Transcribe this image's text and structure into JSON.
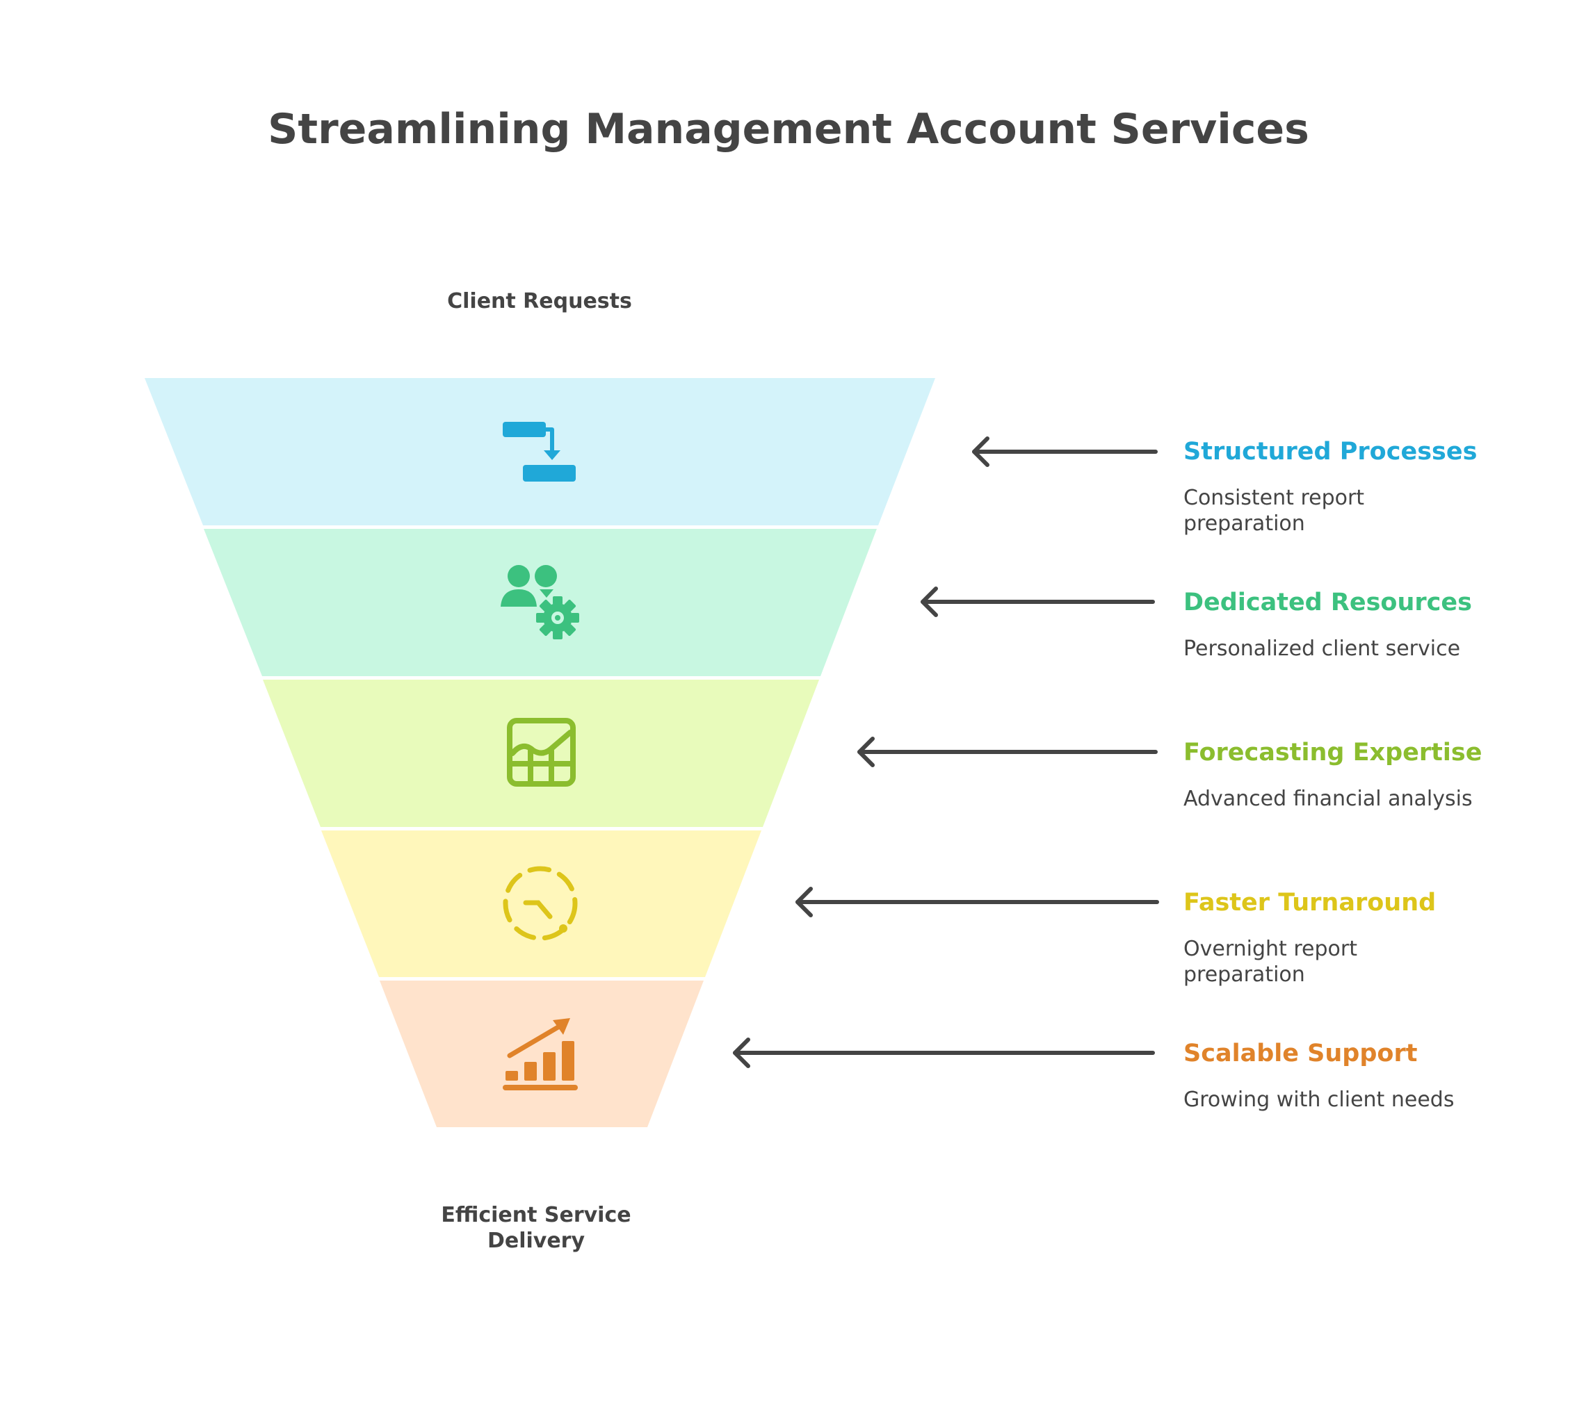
{
  "title": "Streamlining Management Account Services",
  "top_label": "Client Requests",
  "bottom_label": "Efficient Service Delivery",
  "steps": [
    {
      "title": "Structured Processes",
      "description": "Consistent report preparation",
      "color": "#20a8d8",
      "fill": "#d4f3fa",
      "icon": "process-flow-icon"
    },
    {
      "title": "Dedicated Resources",
      "description": "Personalized client service",
      "color": "#3cc17f",
      "fill": "#c8f7e1",
      "icon": "team-gear-icon"
    },
    {
      "title": "Forecasting Expertise",
      "description": "Advanced financial analysis",
      "color": "#8bbd2e",
      "fill": "#e8fbbb",
      "icon": "chart-grid-icon"
    },
    {
      "title": "Faster Turnaround",
      "description": "Overnight report preparation",
      "color": "#ddc51a",
      "fill": "#fff7bb",
      "icon": "fast-clock-icon"
    },
    {
      "title": "Scalable Support",
      "description": "Growing with client needs",
      "color": "#e0832a",
      "fill": "#ffe3cc",
      "icon": "growth-chart-icon"
    }
  ]
}
